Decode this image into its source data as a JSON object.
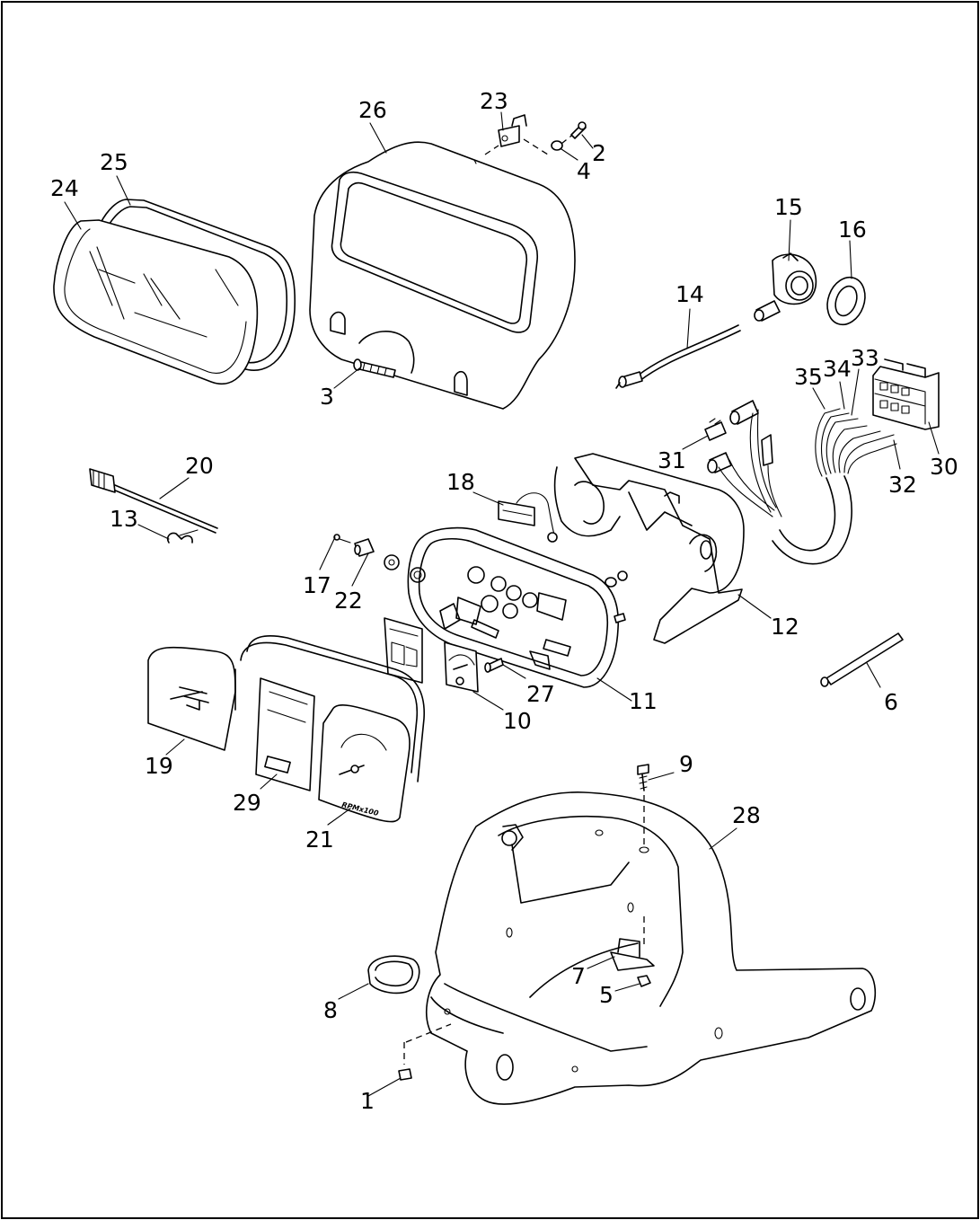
{
  "diagram": {
    "callouts": [
      {
        "id": "1",
        "text": "1"
      },
      {
        "id": "2",
        "text": "2"
      },
      {
        "id": "3",
        "text": "3"
      },
      {
        "id": "4",
        "text": "4"
      },
      {
        "id": "5",
        "text": "5"
      },
      {
        "id": "6",
        "text": "6"
      },
      {
        "id": "7",
        "text": "7"
      },
      {
        "id": "8",
        "text": "8"
      },
      {
        "id": "9",
        "text": "9"
      },
      {
        "id": "10",
        "text": "10"
      },
      {
        "id": "11",
        "text": "11"
      },
      {
        "id": "12",
        "text": "12"
      },
      {
        "id": "13",
        "text": "13"
      },
      {
        "id": "14",
        "text": "14"
      },
      {
        "id": "15",
        "text": "15"
      },
      {
        "id": "16",
        "text": "16"
      },
      {
        "id": "17",
        "text": "17"
      },
      {
        "id": "18",
        "text": "18"
      },
      {
        "id": "19",
        "text": "19"
      },
      {
        "id": "20",
        "text": "20"
      },
      {
        "id": "21",
        "text": "21"
      },
      {
        "id": "22",
        "text": "22"
      },
      {
        "id": "23",
        "text": "23"
      },
      {
        "id": "24",
        "text": "24"
      },
      {
        "id": "25",
        "text": "25"
      },
      {
        "id": "26",
        "text": "26"
      },
      {
        "id": "27",
        "text": "27"
      },
      {
        "id": "28",
        "text": "28"
      },
      {
        "id": "29",
        "text": "29"
      },
      {
        "id": "30",
        "text": "30"
      },
      {
        "id": "31",
        "text": "31"
      },
      {
        "id": "32",
        "text": "32"
      },
      {
        "id": "33",
        "text": "33"
      },
      {
        "id": "34",
        "text": "34"
      },
      {
        "id": "35",
        "text": "35"
      }
    ],
    "tach_dial_text": "RPMx100"
  }
}
